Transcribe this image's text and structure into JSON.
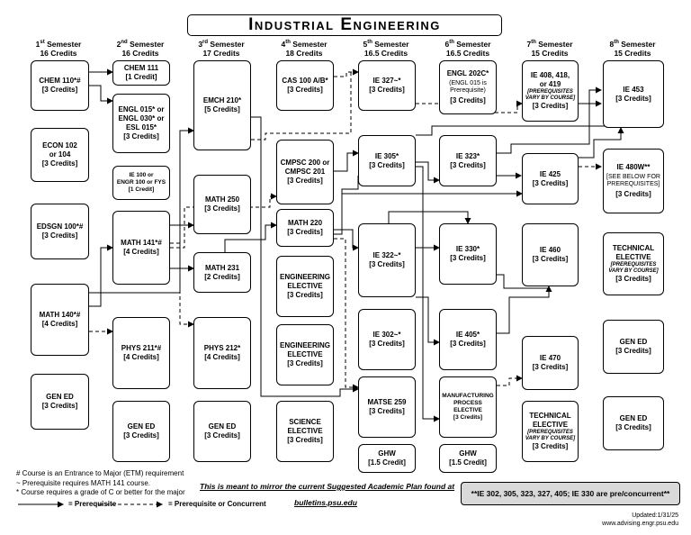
{
  "title": "Industrial Engineering",
  "semesters": [
    {
      "label": "1",
      "sup": "st",
      "word": " Semester",
      "credits": "16 Credits"
    },
    {
      "label": "2",
      "sup": "nd",
      "word": " Semester",
      "credits": "16 Credits"
    },
    {
      "label": "3",
      "sup": "rd",
      "word": " Semester",
      "credits": "17 Credits"
    },
    {
      "label": "4",
      "sup": "th",
      "word": " Semester",
      "credits": "18 Credits"
    },
    {
      "label": "5",
      "sup": "th",
      "word": " Semester",
      "credits": "16.5 Credits"
    },
    {
      "label": "6",
      "sup": "th",
      "word": " Semester",
      "credits": "16.5 Credits"
    },
    {
      "label": "7",
      "sup": "th",
      "word": " Semester",
      "credits": "15 Credits"
    },
    {
      "label": "8",
      "sup": "th",
      "word": " Semester",
      "credits": "15 Credits"
    }
  ],
  "courses": {
    "chem110": {
      "name": "CHEM 110*#",
      "credits": "[3 Credits]"
    },
    "econ102": {
      "name": "ECON 102\nor 104",
      "credits": "[3 Credits]"
    },
    "edsgn100": {
      "name": "EDSGN 100*#",
      "credits": "[3 Credits]"
    },
    "math140": {
      "name": "MATH 140*#",
      "credits": "[4 Credits]"
    },
    "gened1": {
      "name": "GEN ED",
      "credits": "[3 Credits]"
    },
    "chem111": {
      "name": "CHEM 111",
      "credits": "[1 Credit]"
    },
    "engl015": {
      "name": "ENGL 015* or\nENGL 030* or\nESL 015*",
      "credits": "[3 Credits]"
    },
    "ie100": {
      "name": "IE 100 or",
      "note": "ENGR 100 or FYS",
      "credits": "[1 Credit]"
    },
    "math141": {
      "name": "MATH 141*#",
      "credits": "[4 Credits]"
    },
    "phys211": {
      "name": "PHYS 211*#",
      "credits": "[4 Credits]"
    },
    "gened2": {
      "name": "GEN ED",
      "credits": "[3 Credits]"
    },
    "emch210": {
      "name": "EMCH 210*",
      "credits": "[5 Credits]"
    },
    "math250": {
      "name": "MATH 250",
      "credits": "[3 Credits]"
    },
    "math231": {
      "name": "MATH 231",
      "credits": "[2 Credits]"
    },
    "phys212": {
      "name": "PHYS 212*",
      "credits": "[4 Credits]"
    },
    "gened3": {
      "name": "GEN ED",
      "credits": "[3 Credits]"
    },
    "cas100": {
      "name": "CAS 100 A/B*",
      "credits": "[3 Credits]"
    },
    "cmpsc200": {
      "name": "CMPSC 200 or\nCMPSC 201",
      "credits": "[3 Credits]"
    },
    "math220": {
      "name": "MATH 220",
      "credits": "[3 Credits]"
    },
    "engel1": {
      "name": "ENGINEERING\nELECTIVE",
      "credits": "[3 Credits]"
    },
    "engel2": {
      "name": "ENGINEERING\nELECTIVE",
      "credits": "[3 Credits]"
    },
    "scienceel": {
      "name": "SCIENCE\nELECTIVE",
      "credits": "[3 Credits]"
    },
    "ie327": {
      "name": "IE 327~*",
      "credits": "[3 Credits]"
    },
    "ie305": {
      "name": "IE 305*",
      "credits": "[3 Credits]"
    },
    "ie322": {
      "name": "IE 322~*",
      "credits": "[3 Credits]"
    },
    "ie302": {
      "name": "IE 302~*",
      "credits": "[3 Credits]"
    },
    "matse259": {
      "name": "MATSE 259",
      "credits": "[3 Credits]"
    },
    "ghw1": {
      "name": "GHW",
      "credits": "[1.5 Credit]"
    },
    "engl202c": {
      "name": "ENGL 202C*",
      "note": "(ENGL 015 is\nPrerequisite)",
      "credits": "[3 Credits]"
    },
    "ie323": {
      "name": "IE 323*",
      "credits": "[3 Credits]"
    },
    "ie330": {
      "name": "IE 330*",
      "credits": "[3 Credits]"
    },
    "ie405": {
      "name": "IE 405*",
      "credits": "[3 Credits]"
    },
    "mfgel": {
      "name": "MANUFACTURING\nPROCESS\nELECTIVE",
      "credits": "[3 Credits]"
    },
    "ghw2": {
      "name": "GHW",
      "credits": "[1.5 Credit]"
    },
    "ie408": {
      "name": "IE 408, 418,\nor 419",
      "note": "[PREREQUISITES\nVARY BY COURSE]",
      "credits": "[3 Credits]"
    },
    "ie425": {
      "name": "IE 425",
      "credits": "[3 Credits]"
    },
    "ie460": {
      "name": "IE 460",
      "credits": "[3 Credits]"
    },
    "ie470": {
      "name": "IE 470",
      "credits": "[3 Credits]"
    },
    "techel1": {
      "name": "TECHNICAL\nELECTIVE",
      "note": "[PREREQUISITES\nVARY BY COURSE]",
      "credits": "[3 Credits]"
    },
    "ie453": {
      "name": "IE 453",
      "credits": "[3 Credits]"
    },
    "ie480w": {
      "name": "IE 480W**",
      "note": "[SEE BELOW FOR\nPREREQUISITES]",
      "credits": "[3 Credits]"
    },
    "techel2": {
      "name": "TECHNICAL\nELECTIVE",
      "note": "[PREREQUISITES\nVARY BY COURSE]",
      "credits": "[3 Credits]"
    },
    "gened4": {
      "name": "GEN ED",
      "credits": "[3 Credits]"
    },
    "gened5": {
      "name": "GEN ED",
      "credits": "[3 Credits]"
    }
  },
  "footnotes": {
    "etm": "# Course is an Entrance to Major (ETM) requirement",
    "math141": "~ Prerequisite requires MATH 141 course.",
    "gradec": "* Course requires a grade of C or better for the major",
    "prereq_label": "= Prerequisite",
    "concurrent_label": "= Prerequisite or Concurrent",
    "mirror": "This is meant to mirror the current Suggested Academic Plan found at",
    "link": "bulletins.psu.edu",
    "concurrent_note": "**IE 302, 305, 323, 327, 405; IE 330 are pre/concurrent**",
    "updated": "Updated:1/31/25",
    "site": "www.advising.engr.psu.edu"
  }
}
